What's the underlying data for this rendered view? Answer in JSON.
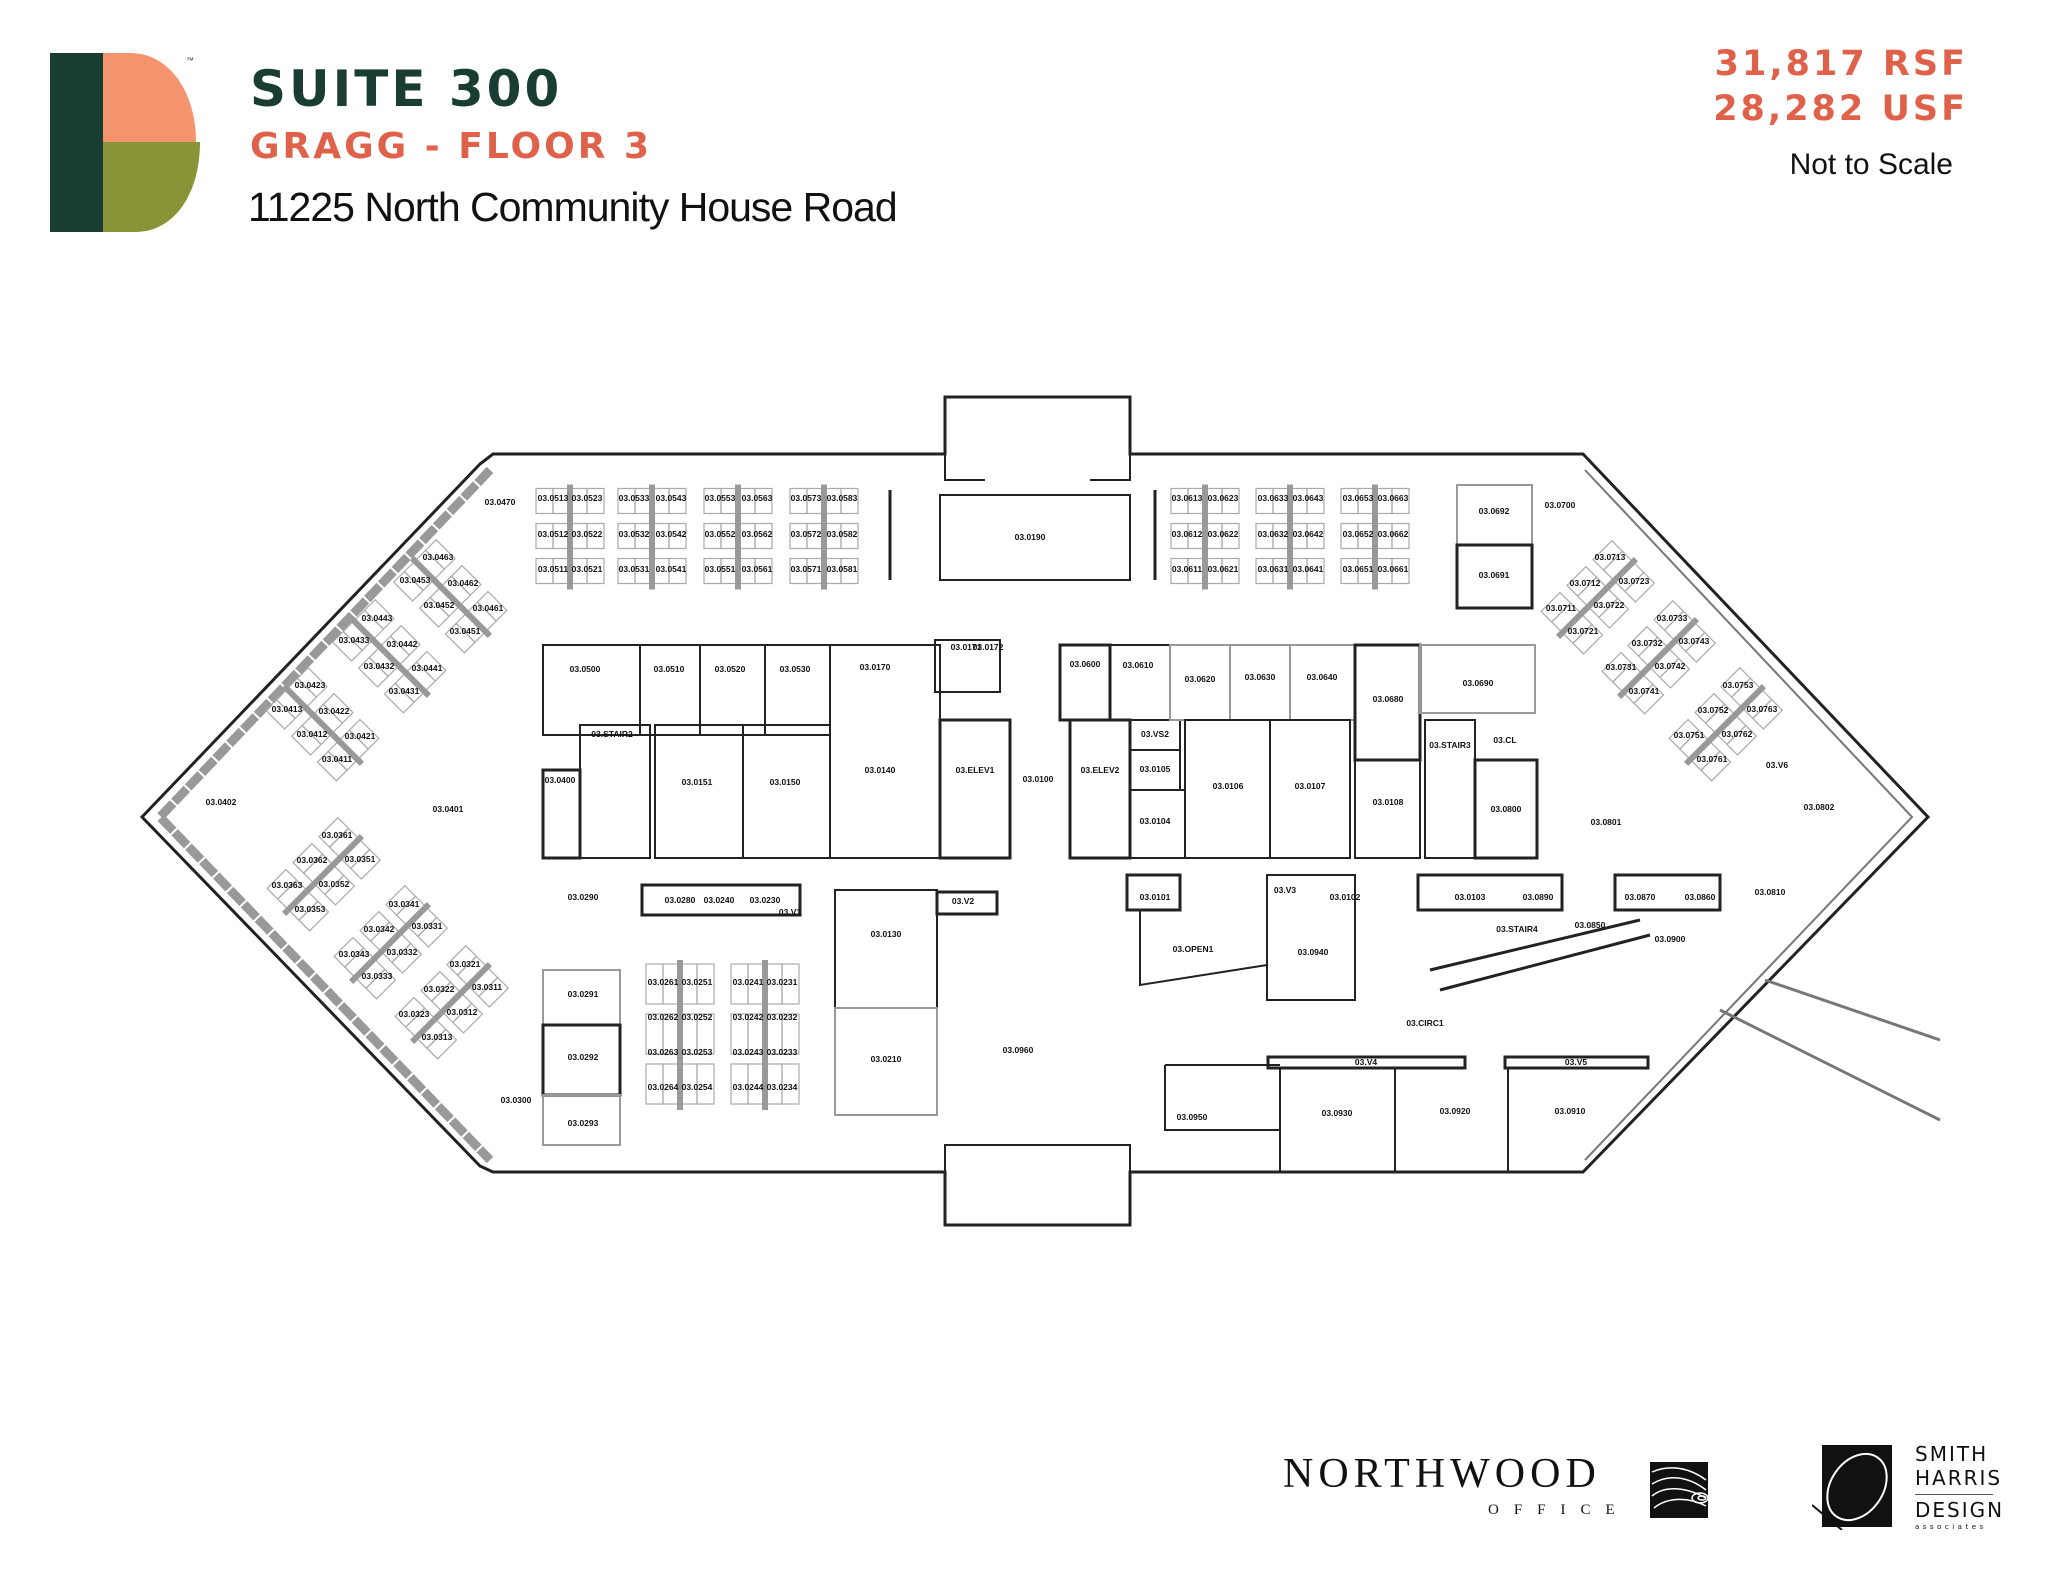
{
  "header": {
    "title": "SUITE 300",
    "subtitle": "GRAGG - FLOOR 3",
    "address": "11225 North Community House Road",
    "rsf": "31,817 RSF",
    "usf": "28,282 USF",
    "scale_note": "Not to Scale",
    "logo_tm": "™"
  },
  "colors": {
    "brand_dark_green": "#1a3d33",
    "brand_peach": "#f4946e",
    "brand_olive": "#8a9337",
    "accent_coral": "#e0614a"
  },
  "rooms": [
    "03.0470",
    "03.0513",
    "03.0523",
    "03.0512",
    "03.0522",
    "03.0511",
    "03.0521",
    "03.0463",
    "03.0453",
    "03.0462",
    "03.0452",
    "03.0461",
    "03.0451",
    "03.0443",
    "03.0433",
    "03.0442",
    "03.0432",
    "03.0441",
    "03.0431",
    "03.0423",
    "03.0413",
    "03.0422",
    "03.0412",
    "03.0421",
    "03.0411",
    "03.0402",
    "03.0401",
    "03.0500",
    "03.0400",
    "03.STAIR2",
    "03.0533",
    "03.0543",
    "03.0532",
    "03.0542",
    "03.0531",
    "03.0541",
    "03.0553",
    "03.0563",
    "03.0552",
    "03.0562",
    "03.0551",
    "03.0561",
    "03.0573",
    "03.0583",
    "03.0572",
    "03.0582",
    "03.0571",
    "03.0581",
    "03.0190",
    "03.0510",
    "03.0520",
    "03.0530",
    "03.0170",
    "03.0171",
    "03.0172",
    "03.0600",
    "03.0610",
    "03.0151",
    "03.0150",
    "03.0140",
    "03.ELEV1",
    "03.0100",
    "03.ELEV2",
    "03.VS2",
    "03.0105",
    "03.0104",
    "03.0613",
    "03.0623",
    "03.0612",
    "03.0622",
    "03.0611",
    "03.0621",
    "03.0633",
    "03.0643",
    "03.0632",
    "03.0642",
    "03.0631",
    "03.0641",
    "03.0653",
    "03.0663",
    "03.0652",
    "03.0662",
    "03.0651",
    "03.0661",
    "03.0692",
    "03.0691",
    "03.0700",
    "03.0620",
    "03.0630",
    "03.0640",
    "03.0680",
    "03.0690",
    "03.0106",
    "03.0107",
    "03.0108",
    "03.STAIR3",
    "03.CL",
    "03.0800",
    "03.0713",
    "03.0712",
    "03.0723",
    "03.0711",
    "03.0722",
    "03.0721",
    "03.0733",
    "03.0732",
    "03.0743",
    "03.0731",
    "03.0742",
    "03.0741",
    "03.0753",
    "03.0752",
    "03.0763",
    "03.0751",
    "03.0762",
    "03.0761",
    "03.V6",
    "03.0802",
    "03.0801",
    "03.0361",
    "03.0362",
    "03.0351",
    "03.0363",
    "03.0352",
    "03.0353",
    "03.0341",
    "03.0342",
    "03.0331",
    "03.0343",
    "03.0332",
    "03.0333",
    "03.0321",
    "03.0322",
    "03.0311",
    "03.0323",
    "03.0312",
    "03.0313",
    "03.0290",
    "03.0291",
    "03.0292",
    "03.0293",
    "03.0300",
    "03.0280",
    "03.0240",
    "03.0230",
    "03.V1",
    "03.0130",
    "03.V2",
    "03.0261",
    "03.0251",
    "03.0262",
    "03.0252",
    "03.0263",
    "03.0253",
    "03.0264",
    "03.0254",
    "03.0241",
    "03.0231",
    "03.0242",
    "03.0232",
    "03.0243",
    "03.0233",
    "03.0244",
    "03.0234",
    "03.0210",
    "03.0960",
    "03.0101",
    "03.V3",
    "03.0102",
    "03.OPEN1",
    "03.0940",
    "03.0103",
    "03.0890",
    "03.STAIR4",
    "03.0850",
    "03.0870",
    "03.CIRC1",
    "03.V4",
    "03.V5",
    "03.0950",
    "03.0930",
    "03.0920",
    "03.0910",
    "03.0860",
    "03.0900",
    "03.0810"
  ],
  "footer": {
    "northwood": "NORTHWOOD",
    "northwood_sub": "OFFICE",
    "shd_line1": "SMITH",
    "shd_line2": "HARRIS",
    "shd_line3": "DESIGN",
    "shd_line4": "associates"
  }
}
